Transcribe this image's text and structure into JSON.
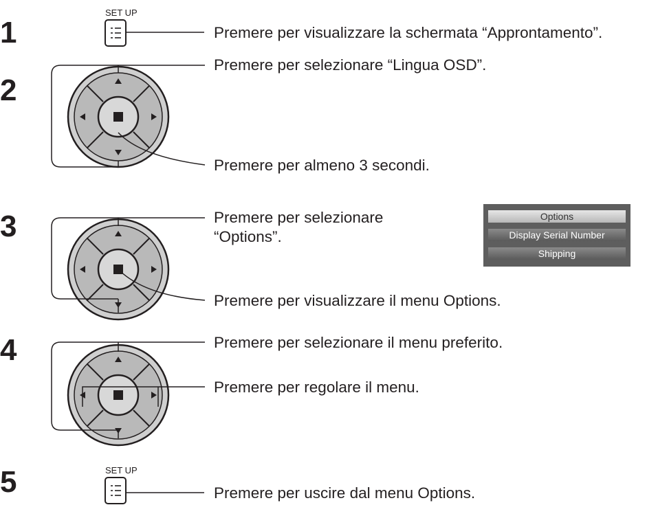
{
  "steps": [
    {
      "number": "1",
      "setup_label": "SET UP",
      "instructions": [
        "Premere per visualizzare la schermata “Approntamento”."
      ]
    },
    {
      "number": "2",
      "instructions": [
        "Premere per selezionare “Lingua OSD”.",
        "Premere per almeno 3 secondi."
      ]
    },
    {
      "number": "3",
      "instructions": [
        "Premere per selezionare",
        "“Options”.",
        "Premere per visualizzare il menu Options."
      ]
    },
    {
      "number": "4",
      "instructions": [
        "Premere per selezionare il menu preferito.",
        "Premere per regolare il menu."
      ]
    },
    {
      "number": "5",
      "setup_label": "SET UP",
      "instructions": [
        "Premere per uscire dal menu Options."
      ]
    }
  ],
  "osd_menu": {
    "items": [
      {
        "label": "Options",
        "selected": true
      },
      {
        "label": "Display Serial Number",
        "selected": false
      },
      {
        "label": "Shipping",
        "selected": false
      }
    ]
  },
  "icons": [
    "setup-button-icon",
    "dpad-icon",
    "enter-button-icon",
    "arrow-up-icon",
    "arrow-down-icon",
    "arrow-left-icon",
    "arrow-right-icon"
  ]
}
